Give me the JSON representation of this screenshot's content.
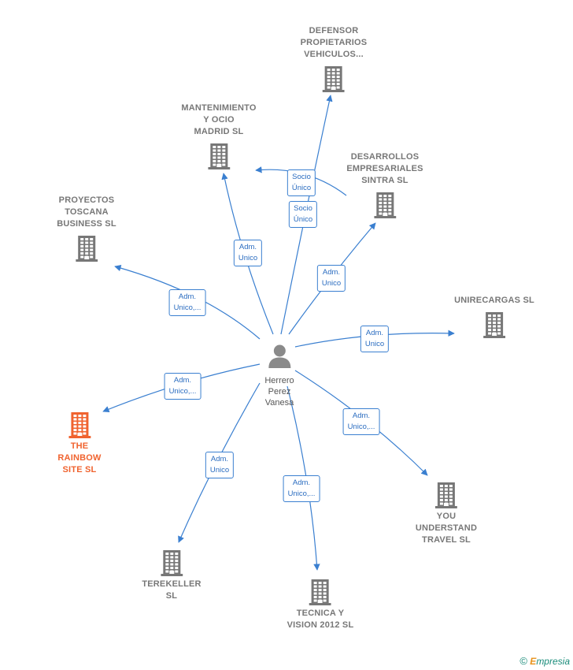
{
  "center": {
    "name_lines": [
      "Herrero",
      "Perez",
      "Vanesa"
    ],
    "icon": "person-icon"
  },
  "colors": {
    "edge": "#3a7fd0",
    "node_default": "#777777",
    "node_highlight": "#f0632f"
  },
  "companies": [
    {
      "id": "defensor",
      "lines": [
        "DEFENSOR",
        "PROPIETARIOS",
        "VEHICULOS..."
      ],
      "highlight": false
    },
    {
      "id": "mantenimiento",
      "lines": [
        "MANTENIMIENTO",
        "Y OCIO",
        "MADRID SL"
      ],
      "highlight": false
    },
    {
      "id": "desarrollos",
      "lines": [
        "DESARROLLOS",
        "EMPRESARIALES",
        "SINTRA SL"
      ],
      "highlight": false
    },
    {
      "id": "proyectos",
      "lines": [
        "PROYECTOS",
        "TOSCANA",
        "BUSINESS SL"
      ],
      "highlight": false
    },
    {
      "id": "unirecargas",
      "lines": [
        "UNIRECARGAS SL"
      ],
      "highlight": false
    },
    {
      "id": "rainbow",
      "lines": [
        "THE",
        "RAINBOW",
        "SITE  SL"
      ],
      "highlight": true
    },
    {
      "id": "you",
      "lines": [
        "YOU",
        "UNDERSTAND",
        "TRAVEL  SL"
      ],
      "highlight": false
    },
    {
      "id": "terekeller",
      "lines": [
        "TEREKELLER",
        "SL"
      ],
      "highlight": false
    },
    {
      "id": "tecnica",
      "lines": [
        "TECNICA Y",
        "VISION 2012 SL"
      ],
      "highlight": false
    }
  ],
  "edges": [
    {
      "to": "defensor",
      "role_lines": [
        "Socio",
        "Único"
      ]
    },
    {
      "to": "mantenimiento",
      "role_lines": [
        "Adm.",
        "Unico"
      ]
    },
    {
      "from": "desarrollos",
      "to": "mantenimiento",
      "role_lines": [
        "Socio",
        "Único"
      ]
    },
    {
      "to": "desarrollos",
      "role_lines": [
        "Adm.",
        "Unico"
      ]
    },
    {
      "to": "proyectos",
      "role_lines": [
        "Adm.",
        "Unico,..."
      ]
    },
    {
      "to": "unirecargas",
      "role_lines": [
        "Adm.",
        "Unico"
      ]
    },
    {
      "to": "rainbow",
      "role_lines": [
        "Adm.",
        "Unico,..."
      ]
    },
    {
      "to": "you",
      "role_lines": [
        "Adm.",
        "Unico,..."
      ]
    },
    {
      "to": "terekeller",
      "role_lines": [
        "Adm.",
        "Unico"
      ]
    },
    {
      "to": "tecnica",
      "role_lines": [
        "Adm.",
        "Unico,..."
      ]
    }
  ],
  "footer": {
    "copyright": "©",
    "brand_initial": "E",
    "brand_rest": "mpresia"
  }
}
